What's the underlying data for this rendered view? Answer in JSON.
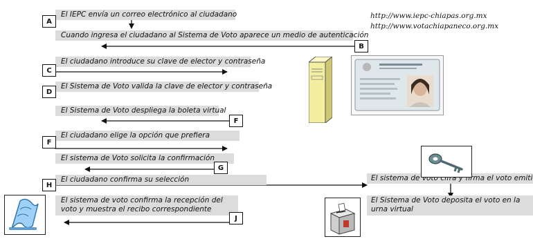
{
  "steps": [
    {
      "letter": "A",
      "text": "El IEPC envía un correo electrónico al ciudadano"
    },
    {
      "letter": "B",
      "text": "Cuando ingresa el ciudadano al Sistema de Voto aparece un medio de autenticación"
    },
    {
      "letter": "C",
      "text": "El ciudadano introduce su clave de elector y contraseña"
    },
    {
      "letter": "D",
      "text": "El Sistema de Voto valida la clave de elector y contraseña"
    },
    {
      "letter": "F",
      "text": "El Sistema de Voto despliega la boleta virtual"
    },
    {
      "letter": "F",
      "text": "El ciudadano elige la opción que prefiera"
    },
    {
      "letter": "G",
      "text": "El sistema de Voto solicita la confirmación"
    },
    {
      "letter": "H",
      "text": "El ciudadano confirma su selección"
    },
    {
      "letter": "J",
      "text": "El sistema de voto confirma la recepción del voto y muestra el recibo correspondiente"
    }
  ],
  "right_panel": {
    "urls": [
      "http://www.iepc-chiapas.org.mx",
      "http://www.votachiapaneco.org.mx"
    ],
    "sign_text": "El sistema de voto cifra y firma el voto emitido",
    "deposit_text": "El Sistema de Voto deposita el voto en la urna virtual"
  },
  "icons": [
    "server-tower-icon",
    "voter-id-card-icon",
    "key-icon",
    "ballot-box-icon",
    "receipt-icon"
  ]
}
